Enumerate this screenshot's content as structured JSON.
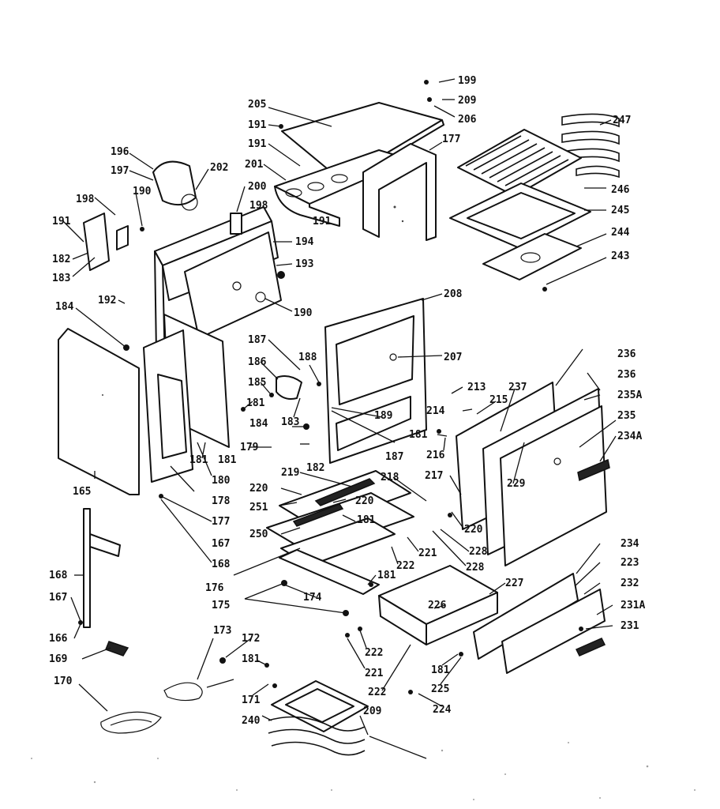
{
  "diagram": {
    "type": "exploded-parts-diagram",
    "labels": [
      {
        "id": "l199a",
        "text": "199"
      },
      {
        "id": "l209a",
        "text": "209"
      },
      {
        "id": "l205",
        "text": "205"
      },
      {
        "id": "l206",
        "text": "206"
      },
      {
        "id": "l191a",
        "text": "191"
      },
      {
        "id": "l191b",
        "text": "191"
      },
      {
        "id": "l201",
        "text": "201"
      },
      {
        "id": "l177a",
        "text": "177"
      },
      {
        "id": "l247",
        "text": "247"
      },
      {
        "id": "l196a",
        "text": "196"
      },
      {
        "id": "l197",
        "text": "197"
      },
      {
        "id": "l202",
        "text": "202"
      },
      {
        "id": "l200",
        "text": "200"
      },
      {
        "id": "l198a",
        "text": "198"
      },
      {
        "id": "l190a",
        "text": "190"
      },
      {
        "id": "l198b",
        "text": "198"
      },
      {
        "id": "l191c",
        "text": "191"
      },
      {
        "id": "l191d",
        "text": "191"
      },
      {
        "id": "l194",
        "text": "194"
      },
      {
        "id": "l246",
        "text": "246"
      },
      {
        "id": "l245",
        "text": "245"
      },
      {
        "id": "l244",
        "text": "244"
      },
      {
        "id": "l243",
        "text": "243"
      },
      {
        "id": "l182",
        "text": "182"
      },
      {
        "id": "l183a",
        "text": "183"
      },
      {
        "id": "l193",
        "text": "193"
      },
      {
        "id": "l190b",
        "text": "190"
      },
      {
        "id": "l192",
        "text": "192"
      },
      {
        "id": "l184",
        "text": "184"
      },
      {
        "id": "l208",
        "text": "208"
      },
      {
        "id": "l207",
        "text": "207"
      },
      {
        "id": "l187a",
        "text": "187"
      },
      {
        "id": "l188",
        "text": "188"
      },
      {
        "id": "l186",
        "text": "186"
      },
      {
        "id": "l185",
        "text": "185"
      },
      {
        "id": "l181a",
        "text": "181"
      },
      {
        "id": "l183b",
        "text": "183"
      },
      {
        "id": "l189",
        "text": "189"
      },
      {
        "id": "l187b",
        "text": "187"
      },
      {
        "id": "l181b",
        "text": "181"
      },
      {
        "id": "l184b",
        "text": "184"
      },
      {
        "id": "l182b",
        "text": "182"
      },
      {
        "id": "l179",
        "text": "179"
      },
      {
        "id": "l181c",
        "text": "181"
      },
      {
        "id": "l180",
        "text": "180"
      },
      {
        "id": "l178",
        "text": "178"
      },
      {
        "id": "l177b",
        "text": "177"
      },
      {
        "id": "l167",
        "text": "167"
      },
      {
        "id": "l168a",
        "text": "168"
      },
      {
        "id": "l165",
        "text": "165"
      },
      {
        "id": "l236a",
        "text": "236"
      },
      {
        "id": "l236b",
        "text": "236"
      },
      {
        "id": "l213",
        "text": "213"
      },
      {
        "id": "l237",
        "text": "237"
      },
      {
        "id": "l235a",
        "text": "235A"
      },
      {
        "id": "l214",
        "text": "214"
      },
      {
        "id": "l215",
        "text": "215"
      },
      {
        "id": "l235",
        "text": "235"
      },
      {
        "id": "l181e",
        "text": "181"
      },
      {
        "id": "l216",
        "text": "216"
      },
      {
        "id": "l234a",
        "text": "234A"
      },
      {
        "id": "l229a",
        "text": "229"
      },
      {
        "id": "l217",
        "text": "217"
      },
      {
        "id": "l219",
        "text": "219"
      },
      {
        "id": "l218",
        "text": "218"
      },
      {
        "id": "l220a",
        "text": "220"
      },
      {
        "id": "l251",
        "text": "251"
      },
      {
        "id": "l220b",
        "text": "220"
      },
      {
        "id": "l181f",
        "text": "181"
      },
      {
        "id": "l220c",
        "text": "220"
      },
      {
        "id": "l250",
        "text": "250"
      },
      {
        "id": "l228a",
        "text": "228"
      },
      {
        "id": "l221a",
        "text": "221"
      },
      {
        "id": "l222a",
        "text": "222"
      },
      {
        "id": "l228b",
        "text": "228"
      },
      {
        "id": "l176",
        "text": "176"
      },
      {
        "id": "l234",
        "text": "234"
      },
      {
        "id": "l223",
        "text": "223"
      },
      {
        "id": "l181g",
        "text": "181"
      },
      {
        "id": "l227",
        "text": "227"
      },
      {
        "id": "l232",
        "text": "232"
      },
      {
        "id": "l174",
        "text": "174"
      },
      {
        "id": "l175",
        "text": "175"
      },
      {
        "id": "l231a",
        "text": "231A"
      },
      {
        "id": "l226",
        "text": "226"
      },
      {
        "id": "l231",
        "text": "231"
      },
      {
        "id": "l168b",
        "text": "168"
      },
      {
        "id": "l167b",
        "text": "167"
      },
      {
        "id": "l166",
        "text": "166"
      },
      {
        "id": "l169",
        "text": "169"
      },
      {
        "id": "l173",
        "text": "173"
      },
      {
        "id": "l172",
        "text": "172"
      },
      {
        "id": "l181h",
        "text": "181"
      },
      {
        "id": "l222b",
        "text": "222"
      },
      {
        "id": "l181i",
        "text": "181"
      },
      {
        "id": "l221b",
        "text": "221"
      },
      {
        "id": "l225",
        "text": "225"
      },
      {
        "id": "l222c",
        "text": "222"
      },
      {
        "id": "l170",
        "text": "170"
      },
      {
        "id": "l171",
        "text": "171"
      },
      {
        "id": "l224",
        "text": "224"
      },
      {
        "id": "l240",
        "text": "240"
      },
      {
        "id": "l209b",
        "text": "209"
      }
    ]
  }
}
